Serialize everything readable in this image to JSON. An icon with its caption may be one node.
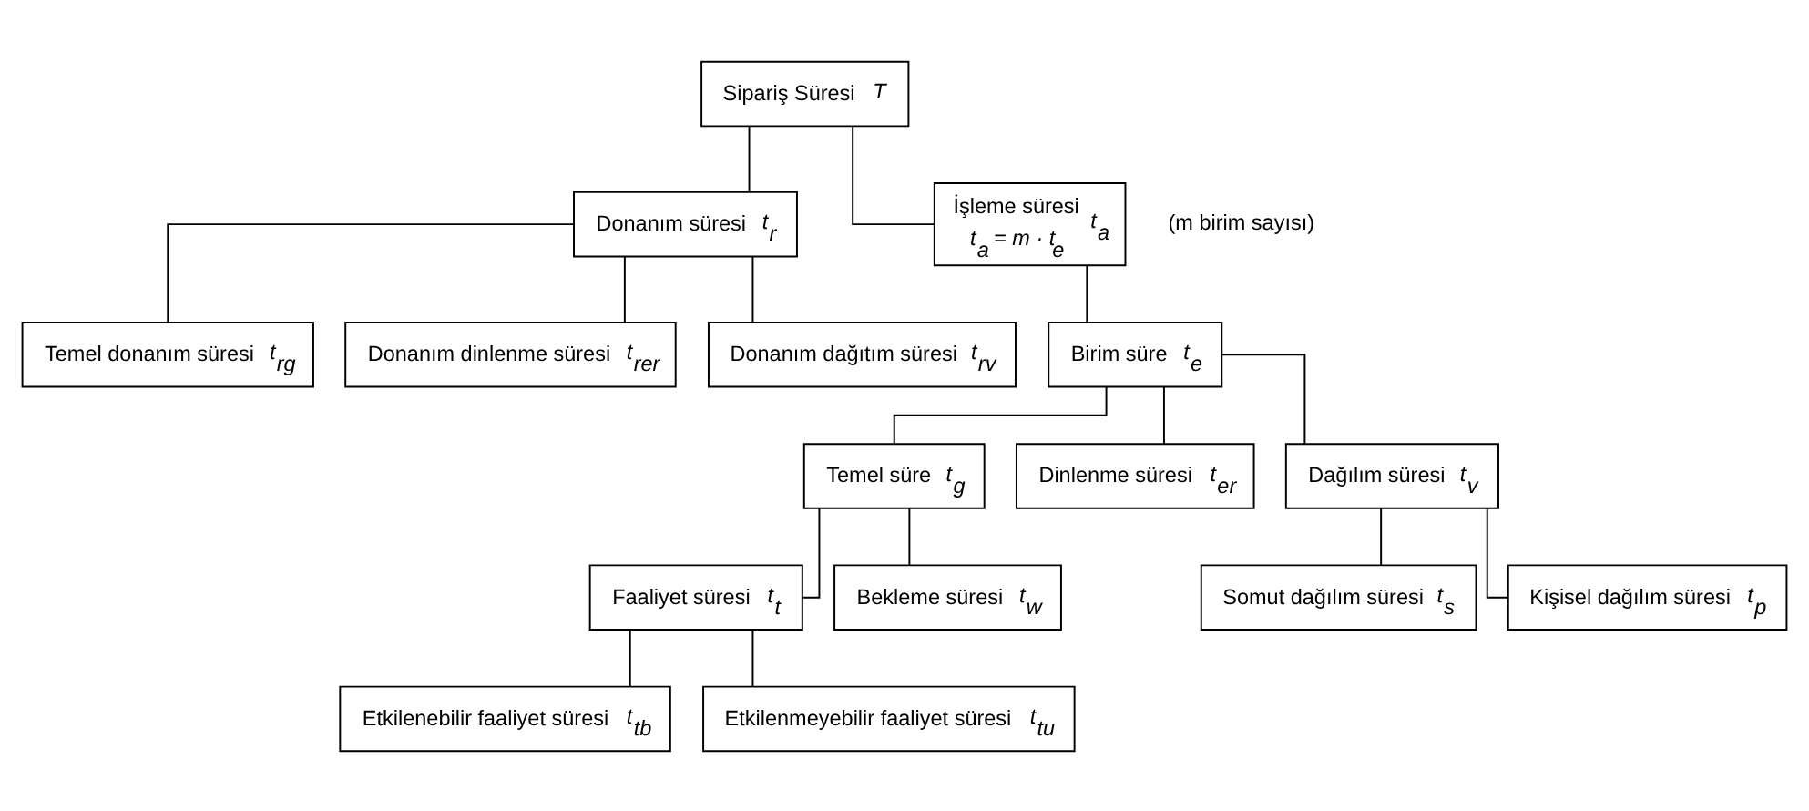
{
  "diagram": {
    "nodes": [
      {
        "text": [
          "Sipariş Süresi",
          "T"
        ]
      },
      {
        "text": [
          "Donanım süresi",
          "t$_{r}$"
        ]
      },
      {
        "text": [
          "İşleme süresi",
          "t$_{a}$ = m · t$_{e}$",
          "t$_{a}$"
        ],
        "beside": [
          "(m birim sayısı)"
        ]
      },
      {
        "text": [
          "Temel donanım süresi",
          "t$_{rg}$"
        ]
      },
      {
        "text": [
          "Donanım dinlenme süresi",
          "t$_{rer}$"
        ]
      },
      {
        "text": [
          "Donanım dağıtım süresi",
          "t$_{rv}$"
        ]
      },
      {
        "text": [
          "Birim süre",
          "t$_{e}$"
        ]
      },
      {
        "text": [
          "Temel süre",
          "t$_{g}$"
        ]
      },
      {
        "text": [
          "Dinlenme süresi",
          "t$_{er}$"
        ]
      },
      {
        "text": [
          "Dağılım süresi",
          "t$_{v}$"
        ]
      },
      {
        "text": [
          "Faaliyet süresi",
          "t$_{t}$"
        ]
      },
      {
        "text": [
          "Bekleme süresi",
          "t$_{w}$"
        ]
      },
      {
        "text": [
          "Somut dağılım süresi",
          "t$_{s}$"
        ]
      },
      {
        "text": [
          "Kişisel dağılım süresi",
          "t$_{p}$"
        ]
      },
      {
        "text": [
          "Etkilenebilir faaliyet süresi",
          "t$_{tb}$"
        ]
      },
      {
        "text": [
          "Etkilenmeyebilir faaliyet süresi",
          "t$_{tu}$"
        ]
      }
    ],
    "edges": [
      {
        "from": 0,
        "to": 1,
        "arrow": "none"
      },
      {
        "from": 0,
        "to": 2,
        "arrow": "none"
      },
      {
        "from": 1,
        "to": 3,
        "arrow": "none"
      },
      {
        "from": 1,
        "to": 4,
        "arrow": "none"
      },
      {
        "from": 1,
        "to": 5,
        "arrow": "none"
      },
      {
        "from": 2,
        "to": 6,
        "arrow": "none"
      },
      {
        "from": 6,
        "to": 7,
        "arrow": "none"
      },
      {
        "from": 6,
        "to": 8,
        "arrow": "none"
      },
      {
        "from": 6,
        "to": 9,
        "arrow": "none"
      },
      {
        "from": 7,
        "to": 10,
        "arrow": "none"
      },
      {
        "from": 7,
        "to": 11,
        "arrow": "none"
      },
      {
        "from": 9,
        "to": 12,
        "arrow": "none"
      },
      {
        "from": 9,
        "to": 13,
        "arrow": "none"
      },
      {
        "from": 10,
        "to": 14,
        "arrow": "none"
      },
      {
        "from": 10,
        "to": 15,
        "arrow": "none"
      }
    ]
  }
}
